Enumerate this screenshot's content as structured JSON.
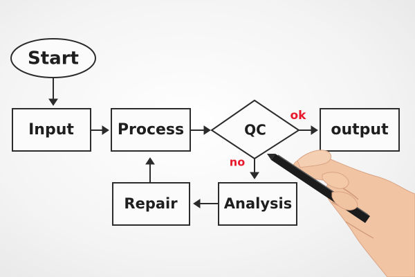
{
  "diagram": {
    "start": "Start",
    "input": "Input",
    "process": "Process",
    "qc": "QC",
    "output": "output",
    "repair": "Repair",
    "analysis": "Analysis",
    "ok_label": "ok",
    "no_label": "no"
  },
  "colors": {
    "ink": "#2b2b2b",
    "red": "#e8192c",
    "skin": "#f2c7a8",
    "pen": "#1a1a1a"
  }
}
